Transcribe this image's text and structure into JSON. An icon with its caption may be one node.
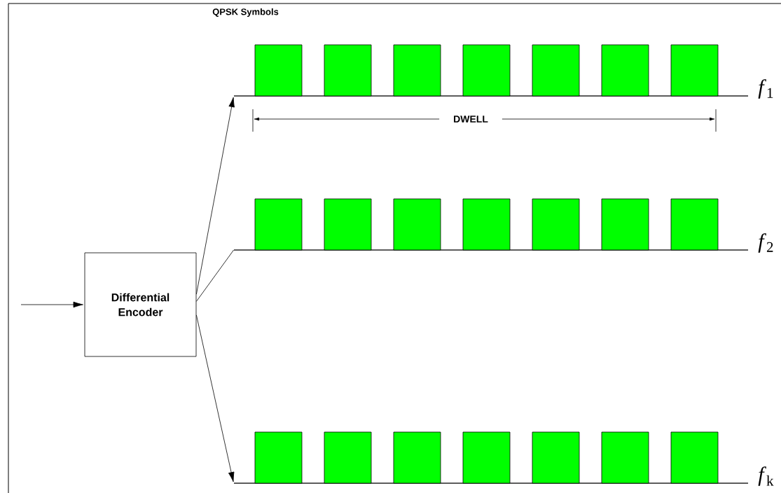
{
  "diagram": {
    "nodes": [
      {
        "text": [
          "Differential Encoder"
        ]
      },
      {
        "text": [],
        "shape": "line",
        "beside": [
          "*f*$_{1}$"
        ]
      },
      {
        "text": [],
        "shape": "line",
        "beside": [
          "*f*$_{2}$"
        ]
      },
      {
        "text": [],
        "shape": "line",
        "beside": [
          "*f*$_{k}$"
        ]
      }
    ],
    "edges": [
      {
        "from": null,
        "to": 0,
        "arrow": "to"
      },
      {
        "from": 0,
        "to": 1,
        "arrow": "to"
      },
      {
        "from": 0,
        "to": 2,
        "arrow": "none"
      },
      {
        "from": 0,
        "to": 3,
        "arrow": "to"
      }
    ],
    "labels": [
      "QPSK Symbols",
      "DWELL"
    ]
  }
}
